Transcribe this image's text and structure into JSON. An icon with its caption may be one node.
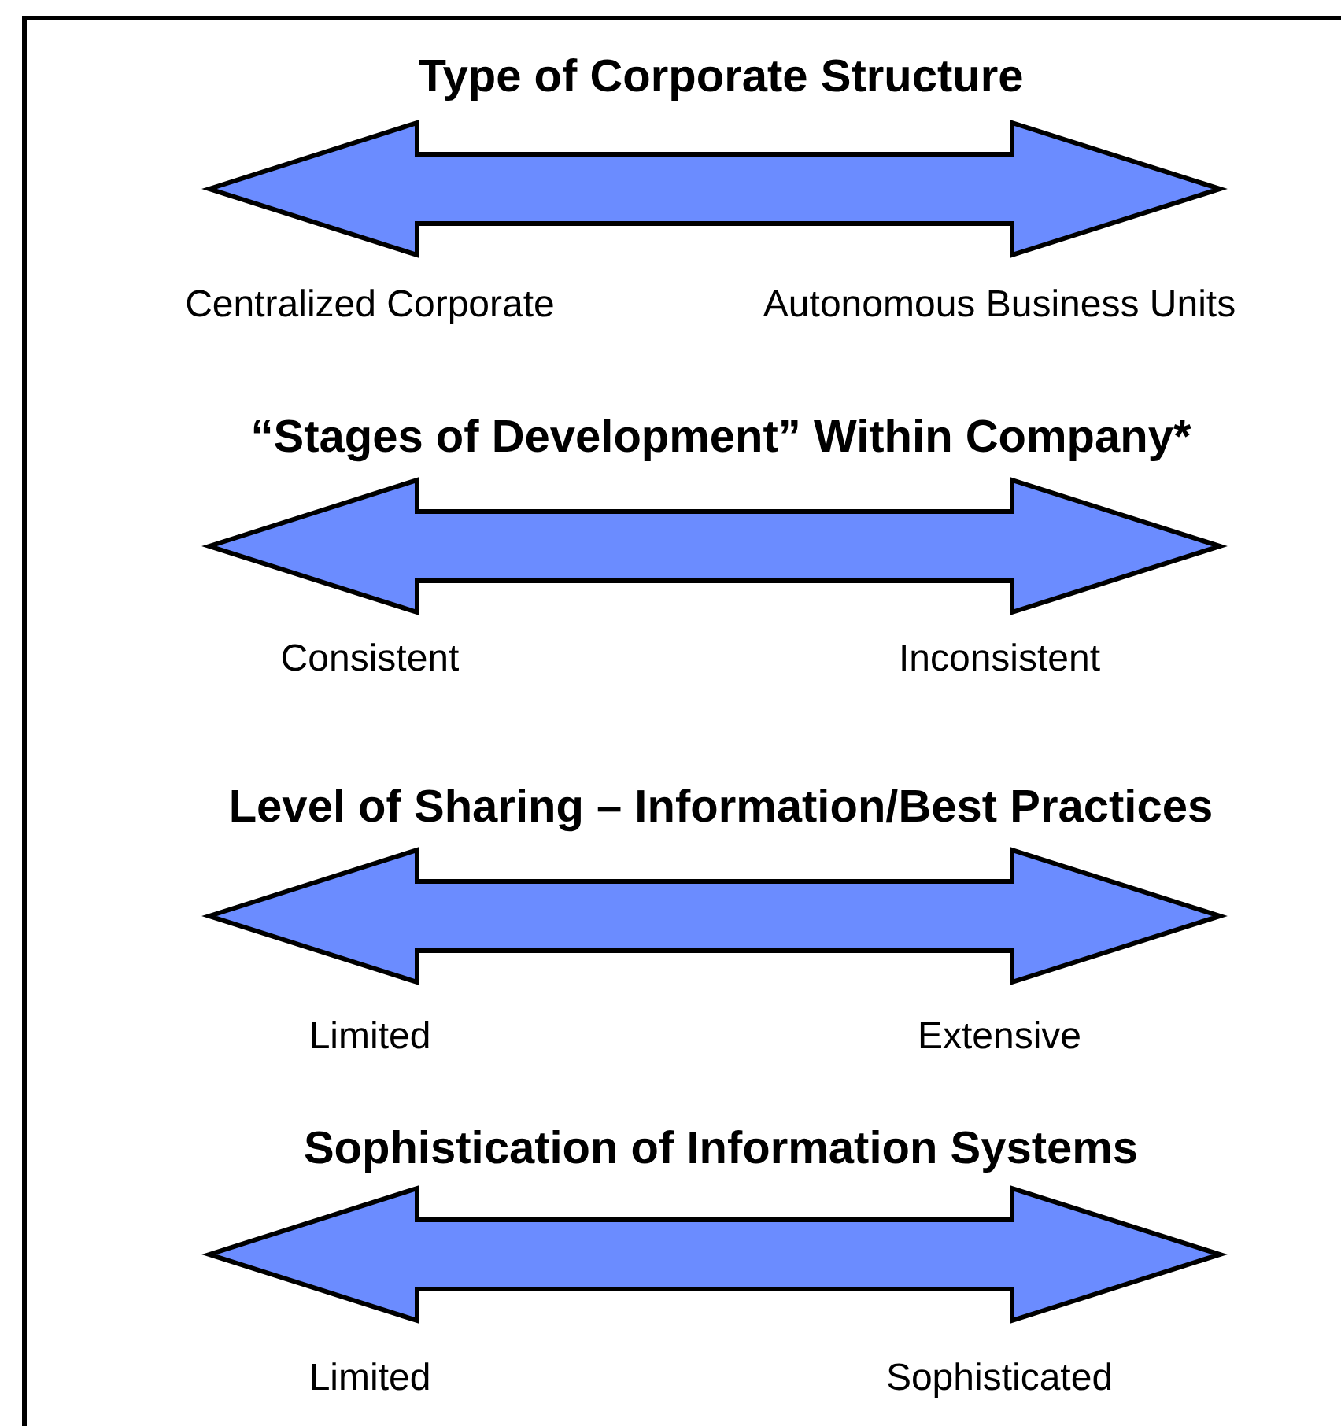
{
  "diagram": {
    "labels": [
      "Type of Corporate Structure",
      "Centralized Corporate",
      "Autonomous Business Units",
      "“Stages of Development” Within Company*",
      "Consistent",
      "Inconsistent",
      "Level of Sharing – Information/Best Practices",
      "Limited",
      "Extensive",
      "Sophistication of Information Systems",
      "Limited",
      "Sophisticated"
    ]
  }
}
